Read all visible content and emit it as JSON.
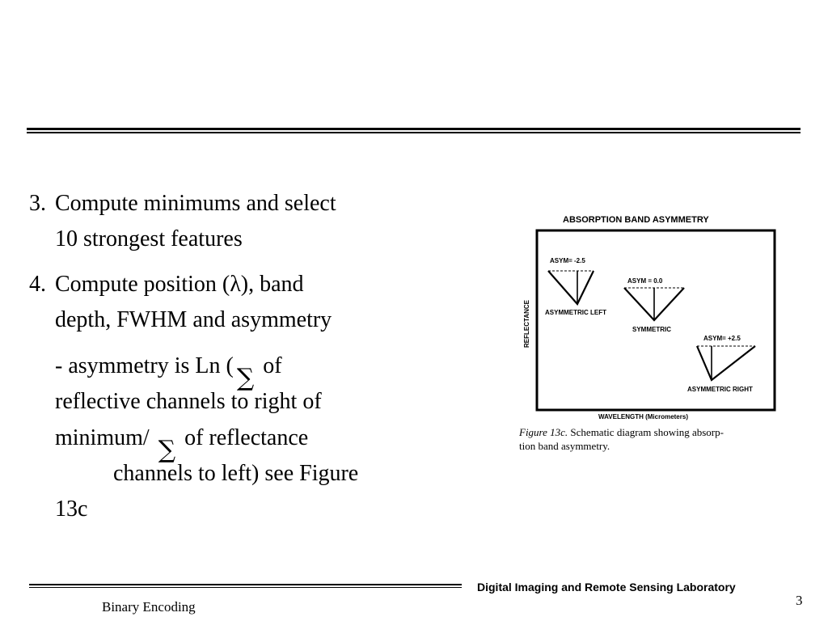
{
  "items": [
    {
      "number": "3.",
      "text_line1": "Compute minimums and select",
      "text_line2": "10 strongest features"
    },
    {
      "number": "4.",
      "text_line1": "Compute position (λ), band",
      "text_line2": "depth, FWHM and asymmetry"
    }
  ],
  "sub": {
    "part1": "- asymmetry is Ln (",
    "sigma": "∑",
    "part2": " of",
    "line2": "reflective channels to right of",
    "line3_a": "minimum/ ",
    "line3_b": " of reflectance",
    "line4": "channels to left)  see Figure",
    "line5": "13c"
  },
  "figure": {
    "title": "ABSORPTION  BAND  ASYMMETRY",
    "ylabel": "REFLECTANCE",
    "xlabel": "WAVELENGTH (Micrometers)",
    "asym_left_value": "ASYM=  -2.5",
    "asym_left_label": "ASYMMETRIC LEFT",
    "sym_value": "ASYM = 0.0",
    "sym_label": "SYMMETRIC",
    "asym_right_value": "ASYM=  +2.5",
    "asym_right_label": "ASYMMETRIC RIGHT"
  },
  "caption": {
    "label": "Figure 13c.",
    "text_line1": "  Schematic diagram showing absorp-",
    "text_line2": "tion band asymmetry."
  },
  "footer": {
    "lab": "Digital Imaging and Remote Sensing Laboratory",
    "left": "Binary Encoding",
    "page": "3"
  }
}
